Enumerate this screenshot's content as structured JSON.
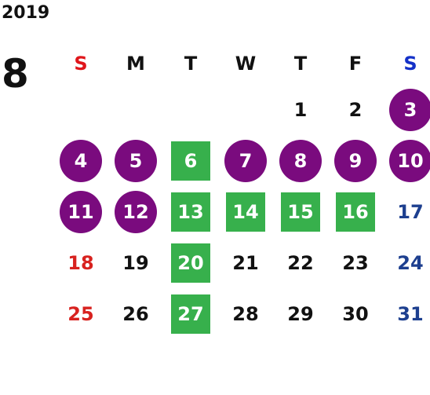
{
  "year": "2019",
  "month": "8",
  "weekdays": [
    {
      "label": "S",
      "type": "sun"
    },
    {
      "label": "M",
      "type": "weekday"
    },
    {
      "label": "T",
      "type": "weekday"
    },
    {
      "label": "W",
      "type": "weekday"
    },
    {
      "label": "T",
      "type": "weekday"
    },
    {
      "label": "F",
      "type": "weekday"
    },
    {
      "label": "S",
      "type": "sat"
    }
  ],
  "colors": {
    "sunday_header": "#e0161b",
    "saturday_header": "#1431c8",
    "sunday_day": "#d8221f",
    "saturday_day": "#1d3f8f",
    "circle_highlight": "#7a0b7e",
    "square_highlight": "#37b04c"
  },
  "days": [
    {
      "day": "",
      "mark": "empty"
    },
    {
      "day": "",
      "mark": "empty"
    },
    {
      "day": "",
      "mark": "empty"
    },
    {
      "day": "",
      "mark": "empty"
    },
    {
      "day": "1",
      "mark": "none"
    },
    {
      "day": "2",
      "mark": "none"
    },
    {
      "day": "3",
      "mark": "circle"
    },
    {
      "day": "4",
      "mark": "circle"
    },
    {
      "day": "5",
      "mark": "circle"
    },
    {
      "day": "6",
      "mark": "square"
    },
    {
      "day": "7",
      "mark": "circle"
    },
    {
      "day": "8",
      "mark": "circle"
    },
    {
      "day": "9",
      "mark": "circle"
    },
    {
      "day": "10",
      "mark": "circle"
    },
    {
      "day": "11",
      "mark": "circle"
    },
    {
      "day": "12",
      "mark": "circle"
    },
    {
      "day": "13",
      "mark": "square"
    },
    {
      "day": "14",
      "mark": "square"
    },
    {
      "day": "15",
      "mark": "square"
    },
    {
      "day": "16",
      "mark": "square"
    },
    {
      "day": "17",
      "mark": "none"
    },
    {
      "day": "18",
      "mark": "none"
    },
    {
      "day": "19",
      "mark": "none"
    },
    {
      "day": "20",
      "mark": "square"
    },
    {
      "day": "21",
      "mark": "none"
    },
    {
      "day": "22",
      "mark": "none"
    },
    {
      "day": "23",
      "mark": "none"
    },
    {
      "day": "24",
      "mark": "none"
    },
    {
      "day": "25",
      "mark": "none"
    },
    {
      "day": "26",
      "mark": "none"
    },
    {
      "day": "27",
      "mark": "square"
    },
    {
      "day": "28",
      "mark": "none"
    },
    {
      "day": "29",
      "mark": "none"
    },
    {
      "day": "30",
      "mark": "none"
    },
    {
      "day": "31",
      "mark": "none"
    }
  ]
}
